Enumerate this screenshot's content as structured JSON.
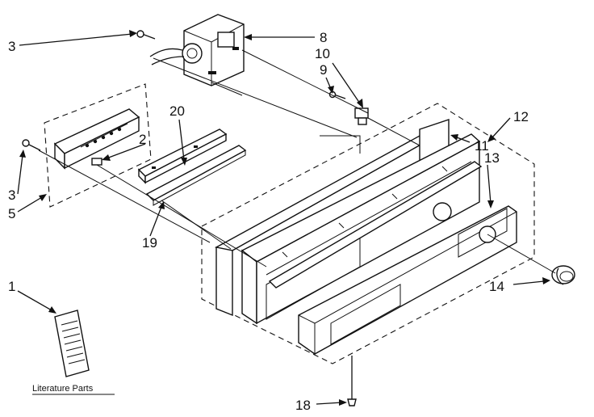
{
  "callouts": {
    "c1": "1",
    "c2": "2",
    "c3a": "3",
    "c3b": "3",
    "c5": "5",
    "c8": "8",
    "c9": "9",
    "c10": "10",
    "c11": "11",
    "c12": "12",
    "c13": "13",
    "c14": "14",
    "c18": "18",
    "c19": "19",
    "c20": "20"
  },
  "literature_label": "Literature Parts"
}
